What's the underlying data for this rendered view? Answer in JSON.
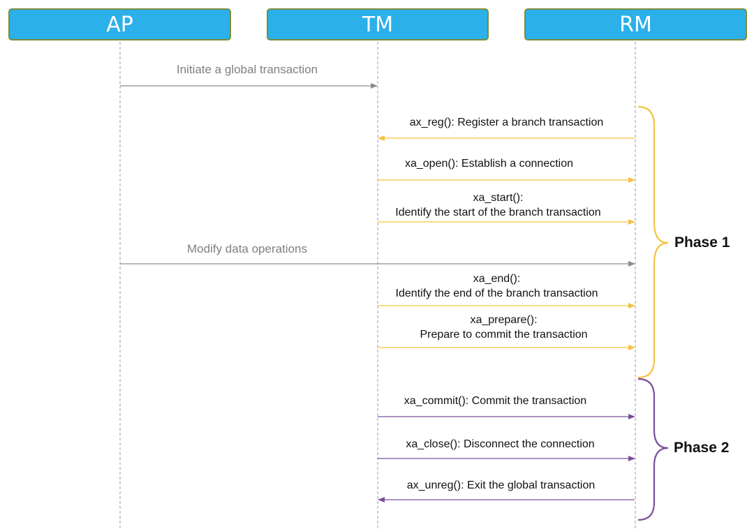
{
  "actors": {
    "ap": "AP",
    "tm": "TM",
    "rm": "RM"
  },
  "messages": {
    "initiate": "Initiate a global transaction",
    "ax_reg": "ax_reg(): Register a branch transaction",
    "xa_open": "xa_open(): Establish a connection",
    "xa_start_1": "xa_start():",
    "xa_start_2": "Identify the start of the branch transaction",
    "modify": "Modify data operations",
    "xa_end_1": "xa_end():",
    "xa_end_2": "Identify the end of the branch transaction",
    "xa_prepare_1": "xa_prepare():",
    "xa_prepare_2": "Prepare to commit the transaction",
    "xa_commit": "xa_commit(): Commit the transaction",
    "xa_close": "xa_close(): Disconnect the connection",
    "ax_unreg": "ax_unreg(): Exit the global transaction"
  },
  "phases": {
    "phase1": "Phase 1",
    "phase2": "Phase 2"
  },
  "colors": {
    "actor_fill": "#2bb0ea",
    "gray_arrow": "#8c8c8c",
    "phase1": "#f5c242",
    "phase2": "#7a4f9e"
  }
}
